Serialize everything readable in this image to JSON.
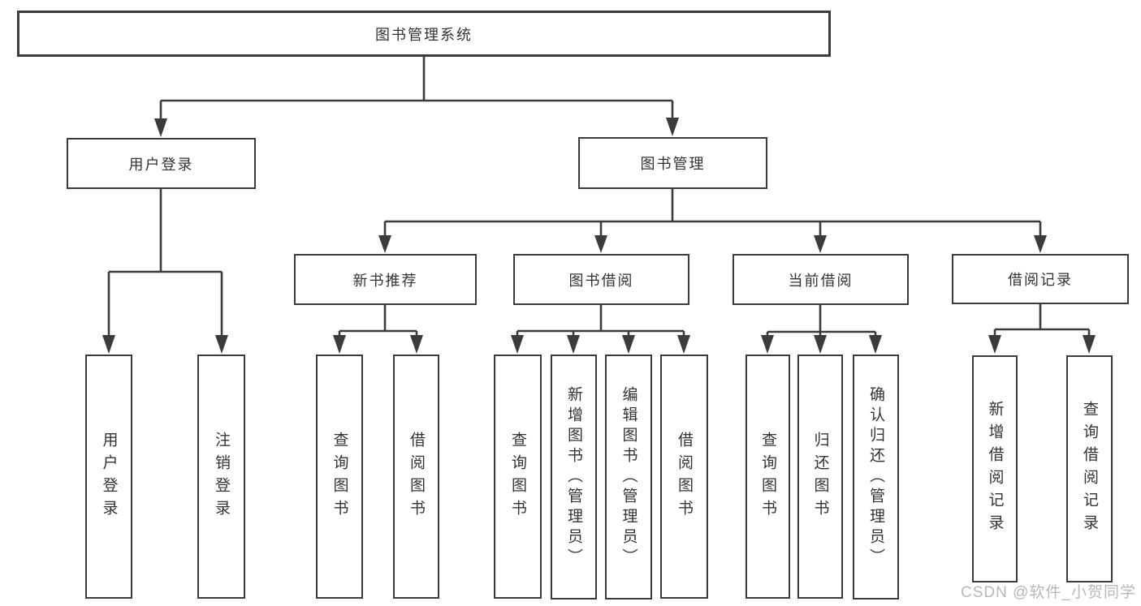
{
  "nodes": {
    "root": "图书管理系统",
    "login": {
      "label": "用户登录",
      "children": [
        "用户登录",
        "注销登录"
      ]
    },
    "management": {
      "label": "图书管理",
      "branches": [
        {
          "label": "新书推荐",
          "children": [
            "查询图书",
            "借阅图书"
          ]
        },
        {
          "label": "图书借阅",
          "children": [
            "查询图书",
            "新增图书（管理员）",
            "编辑图书（管理员）",
            "借阅图书"
          ]
        },
        {
          "label": "当前借阅",
          "children": [
            "查询图书",
            "归还图书",
            "确认归还（管理员）"
          ]
        },
        {
          "label": "借阅记录",
          "children": [
            "新增借阅记录",
            "查询借阅记录"
          ]
        }
      ]
    }
  },
  "watermark": "CSDN @软件_小贺同学",
  "colors": {
    "line": "#3b3b3b",
    "text": "#333333",
    "watermark": "#b8b8bc",
    "background": "#ffffff"
  }
}
